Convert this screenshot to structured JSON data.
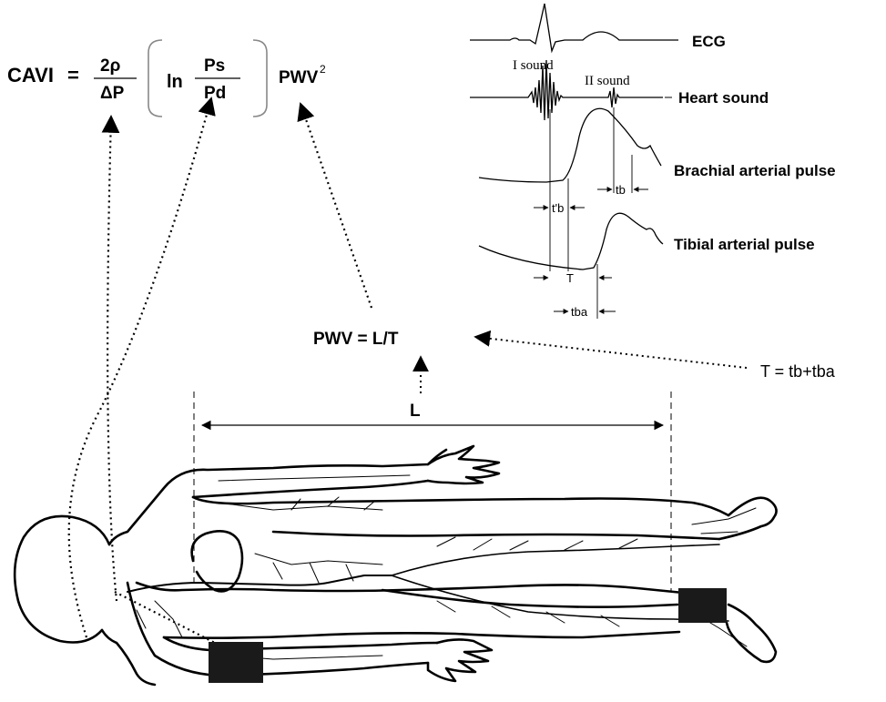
{
  "formula": {
    "cavi": "CAVI",
    "equals": "=",
    "numerator": "2ρ",
    "denominator": "ΔP",
    "ln": "ln",
    "ps": "Ps",
    "pd": "Pd",
    "pwv_squared_base": "PWV",
    "pwv_squared_exp": "2"
  },
  "waveforms": {
    "ecg": "ECG",
    "first_sound": "I sound",
    "second_sound": "II sound",
    "heart_sound": "Heart sound",
    "brachial": "Brachial arterial pulse",
    "tibial": "Tibial arterial pulse",
    "tb": "tb",
    "t_b_prime": "t'b",
    "T": "T",
    "tba": "tba"
  },
  "pwv_eq": "PWV = L/T",
  "t_eq": "T = tb+tba",
  "length_label": "L",
  "colors": {
    "ink": "#000000",
    "cuff": "#1a1a1a"
  }
}
